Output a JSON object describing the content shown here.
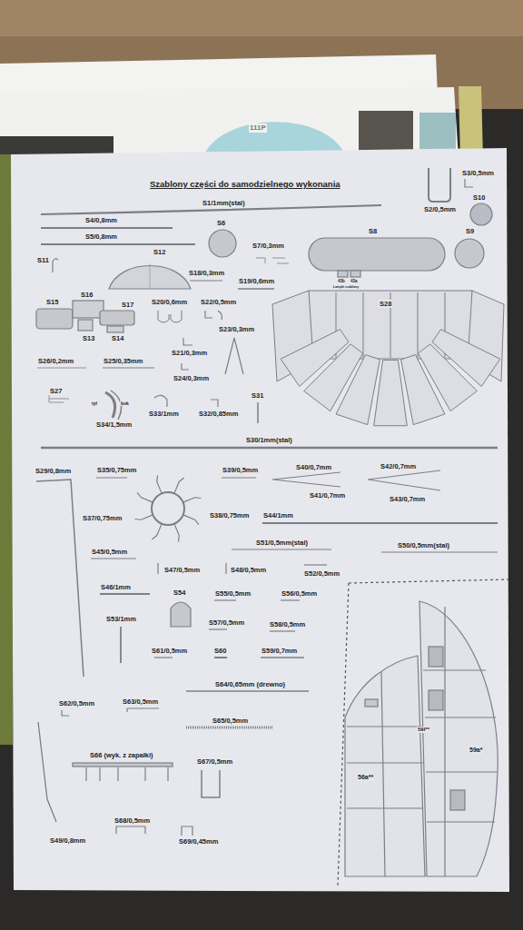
{
  "diagram": {
    "title": "Szablony części do samodzielnego wykonania",
    "labels": [
      "111P",
      "S3/0,5mm",
      "S10",
      "S1/1mm(stal)",
      "S2/0,5mm",
      "S4/0,8mm",
      "S6",
      "S5/0,8mm",
      "S8",
      "S9",
      "S7/0,3mm",
      "S11",
      "S12",
      "S18/0,3mm",
      "S19/0,6mm",
      "43b",
      "43a",
      "Lampki szablony",
      "S15",
      "S16",
      "S17",
      "S20/0,6mm",
      "S22/0,5mm",
      "S28",
      "S23/0,3mm",
      "S13",
      "S14",
      "S21/0,3mm",
      "S26/0,2mm",
      "S25/0,35mm",
      "S24/0,3mm",
      "S27",
      "S31",
      "tył",
      "bok",
      "S33/1mm",
      "S32/0,85mm",
      "S34/1,5mm",
      "S30/1mm(stal)",
      "S29/0,8mm",
      "S35/0,75mm",
      "S39/0,5mm",
      "S40/0,7mm",
      "S42/0,7mm",
      "S41/0,7mm",
      "S43/0,7mm",
      "S37/0,75mm",
      "S38/0,75mm",
      "S44/1mm",
      "S51/0,5mm(stal)",
      "S50/0,5mm(stal)",
      "S45/0,5mm",
      "S47/0,5mm",
      "S48/0,5mm",
      "S52/0,5mm",
      "S46/1mm",
      "S54",
      "S55/0,5mm",
      "S56/0,5mm",
      "S53/1mm",
      "S57/0,5mm",
      "S58/0,5mm",
      "S61/0,5mm",
      "S60",
      "S59/0,7mm",
      "S64/0,65mm (drewno)",
      "S62/0,5mm",
      "S63/0,5mm",
      "S65/0,5mm",
      "59l**",
      "59a*",
      "S66 (wyk. z zapałki)",
      "S67/0,5mm",
      "56a**",
      "S68/0,5mm",
      "S49/0,8mm",
      "S69/0,45mm"
    ]
  }
}
